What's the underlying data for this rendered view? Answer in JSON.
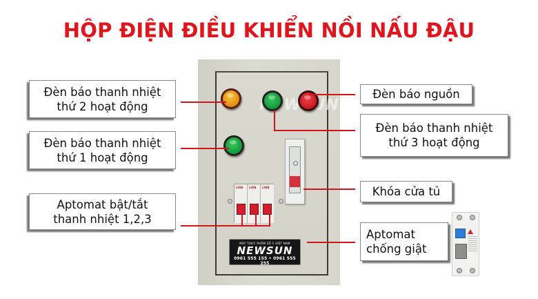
{
  "title": "HỘP ĐIỆN ĐIỀU KHIỂN NỒI NẤU ĐẬU",
  "colors": {
    "title": "#e0161e",
    "leader_line": "#d4141c",
    "panel": "#d6d6cc",
    "lamp_yellow": "#f0a020",
    "lamp_green": "#1ab040",
    "lamp_red": "#d8202a"
  },
  "panel": {
    "watermark": "NEWSUN",
    "nameplate": {
      "tagline": "MÁY THỰC PHẨM SỐ 1 VIỆT NAM",
      "brand": "NEWSUN",
      "phones": "0961 555 155  •  0961 555 255"
    },
    "breaker_brand": "LiOA"
  },
  "callouts": {
    "left": [
      {
        "id": "lamp-heater-2",
        "line1": "Đèn báo thanh nhiệt",
        "line2": "thứ 2 hoạt động"
      },
      {
        "id": "lamp-heater-1",
        "line1": "Đèn báo thanh nhiệt",
        "line2": "thứ 1 hoạt động"
      },
      {
        "id": "breaker-heaters",
        "line1": "Aptomat bật/tắt",
        "line2": "thanh nhiệt 1,2,3"
      }
    ],
    "right": [
      {
        "id": "lamp-power",
        "line1": "Đèn báo nguồn"
      },
      {
        "id": "lamp-heater-3",
        "line1": "Đèn báo thanh nhiệt",
        "line2": "thứ 3 hoạt động"
      },
      {
        "id": "cabinet-lock",
        "line1": "Khóa cửa tủ"
      },
      {
        "id": "rcd-breaker",
        "line1": "Aptomat",
        "line2": "chống giật"
      }
    ]
  }
}
